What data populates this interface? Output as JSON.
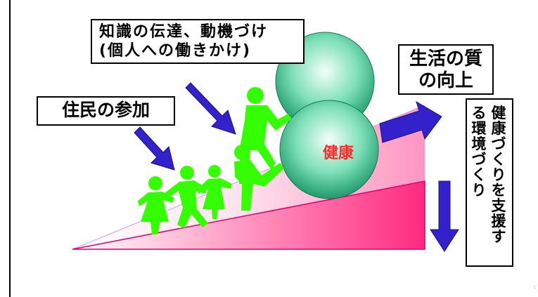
{
  "labels": {
    "knowledge_line1": "知識の伝達、動機づけ",
    "knowledge_line2": "(個人への働きかけ)",
    "participation": "住民の参加",
    "quality_line1": "生活の質",
    "quality_line2": "の向上",
    "health": "健康",
    "env_col1": "健康づくりを支援す",
    "env_col2": "る環境づくり"
  },
  "icons": [
    "slope-triangle-shape",
    "health-ball-icon",
    "arrow-down-right-icon",
    "arrow-right-icon",
    "arrow-down-icon",
    "person-pushing-icon",
    "person-walking-icon"
  ],
  "colors": {
    "ball_light": "#d8f7ea",
    "ball_dark": "#1f9a6c",
    "people": "#33ff00",
    "arrow": "#3322cc",
    "slope_pink": "#ff3f8f",
    "health_text": "#ff2a2a"
  }
}
